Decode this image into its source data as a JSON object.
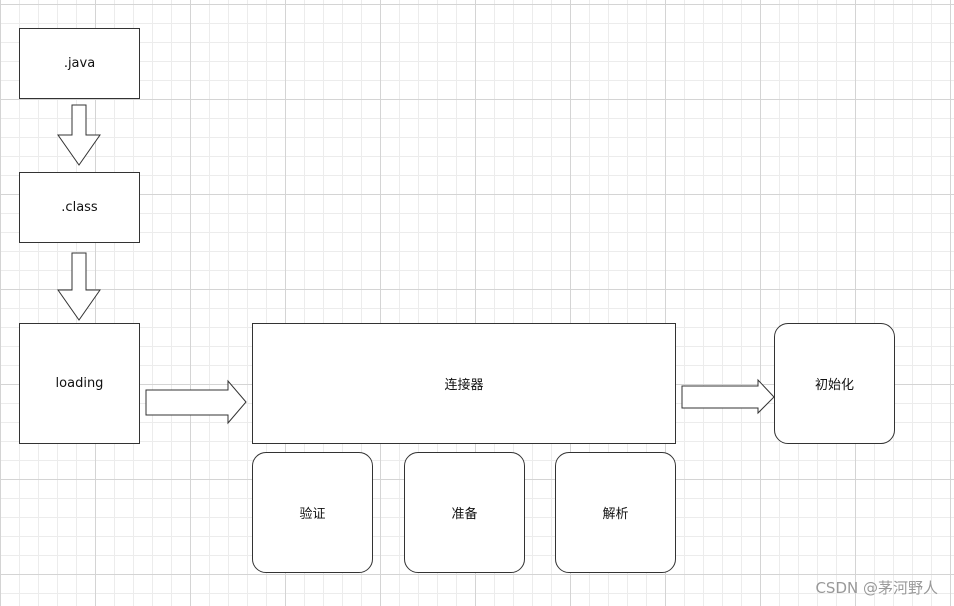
{
  "nodes": {
    "java": ".java",
    "class": ".class",
    "loading": "loading",
    "linker": "连接器",
    "verify": "验证",
    "prepare": "准备",
    "resolve": "解析",
    "init": "初始化"
  },
  "watermark": "CSDN @茅河野人"
}
